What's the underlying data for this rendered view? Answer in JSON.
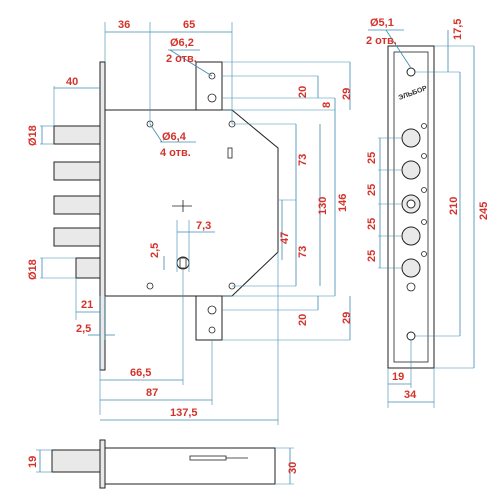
{
  "dims": {
    "top_36": "36",
    "top_65": "65",
    "top_hole_d": "Ø6,2",
    "top_hole_n": "2 отв.",
    "left_40": "40",
    "left_d18_top": "Ø18",
    "left_d18_bot": "Ø18",
    "body_hole_d": "Ø6,4",
    "body_hole_n": "4 отв.",
    "key_7_3": "7,3",
    "key_2_5": "2,5",
    "r_20_top": "20",
    "r_8": "8",
    "r_29_top": "29",
    "r_73_top": "73",
    "r_130": "130",
    "r_146": "146",
    "r_47": "47",
    "r_73_bot": "73",
    "r_29_bot": "29",
    "r_20_bot": "20",
    "b_21": "21",
    "b_2_5": "2,5",
    "b_66_5": "66,5",
    "b_87": "87",
    "b_137_5": "137,5",
    "plate_d": "Ø5,1",
    "plate_n": "2 отв.",
    "plate_17_5": "17,5",
    "plate_210": "210",
    "plate_245": "245",
    "plate_25_1": "25",
    "plate_25_2": "25",
    "plate_25_3": "25",
    "plate_25_4": "25",
    "plate_19": "19",
    "plate_34": "34",
    "side_19": "19",
    "side_30": "30"
  },
  "brand_text": "ЭЛЬБОР"
}
